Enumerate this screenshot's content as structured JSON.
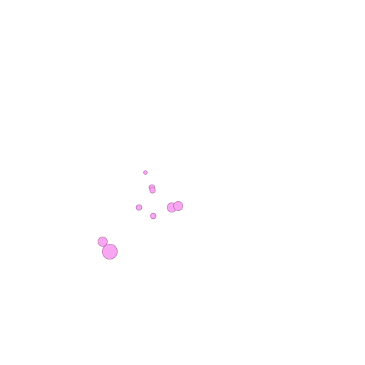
{
  "map": {
    "background": "#ffffff",
    "marker_fill": "#f9a6f2",
    "marker_stroke": "#b06aa8",
    "markers": [
      {
        "id": "marker-1",
        "size": 1
      },
      {
        "id": "marker-2",
        "size": 2
      },
      {
        "id": "marker-3",
        "size": 2
      },
      {
        "id": "marker-4",
        "size": 2
      },
      {
        "id": "marker-5",
        "size": 3
      },
      {
        "id": "marker-6",
        "size": 3
      },
      {
        "id": "marker-7",
        "size": 2
      },
      {
        "id": "marker-8",
        "size": 3
      },
      {
        "id": "marker-9",
        "size": 4
      }
    ]
  }
}
